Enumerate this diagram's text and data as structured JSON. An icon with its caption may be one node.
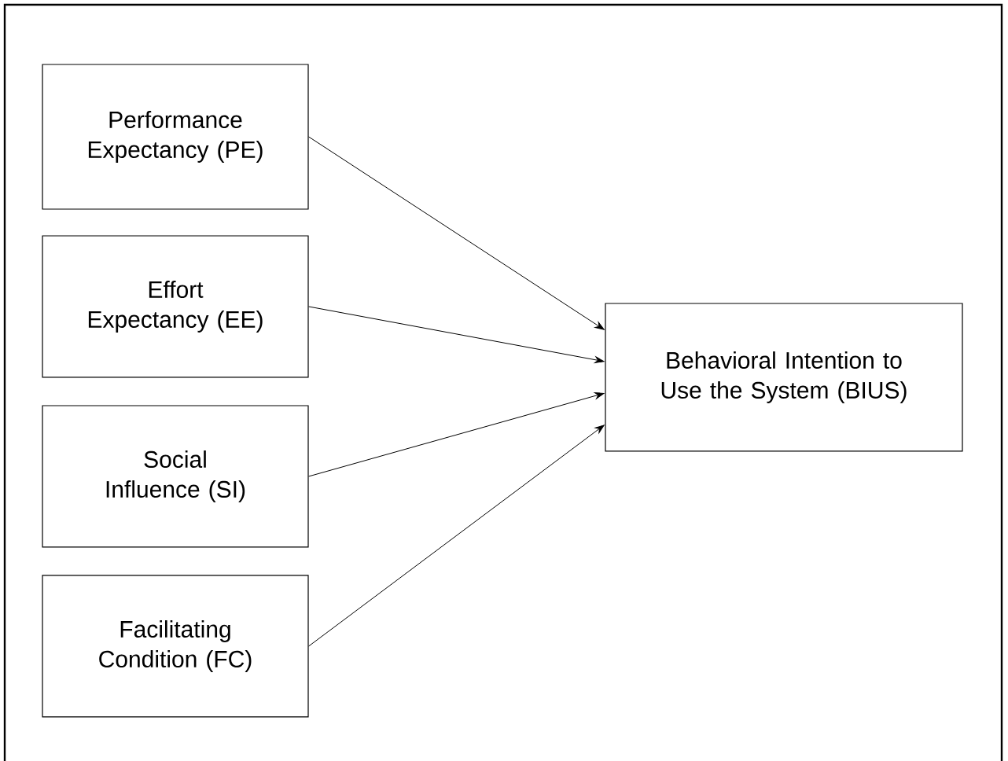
{
  "diagram": {
    "nodes": [
      {
        "text": [
          "Performance Expectancy (PE)"
        ]
      },
      {
        "text": [
          "Effort Expectancy (EE)"
        ]
      },
      {
        "text": [
          "Social Influence (SI)"
        ]
      },
      {
        "text": [
          "Facilitating Condition (FC)"
        ]
      },
      {
        "text": [
          "Behavioral Intention to Use the System (BIUS)"
        ]
      }
    ],
    "edges": [
      {
        "from": 0,
        "to": 4,
        "arrow": "to"
      },
      {
        "from": 1,
        "to": 4,
        "arrow": "to"
      },
      {
        "from": 2,
        "to": 4,
        "arrow": "to"
      },
      {
        "from": 3,
        "to": 4,
        "arrow": "to"
      }
    ]
  }
}
